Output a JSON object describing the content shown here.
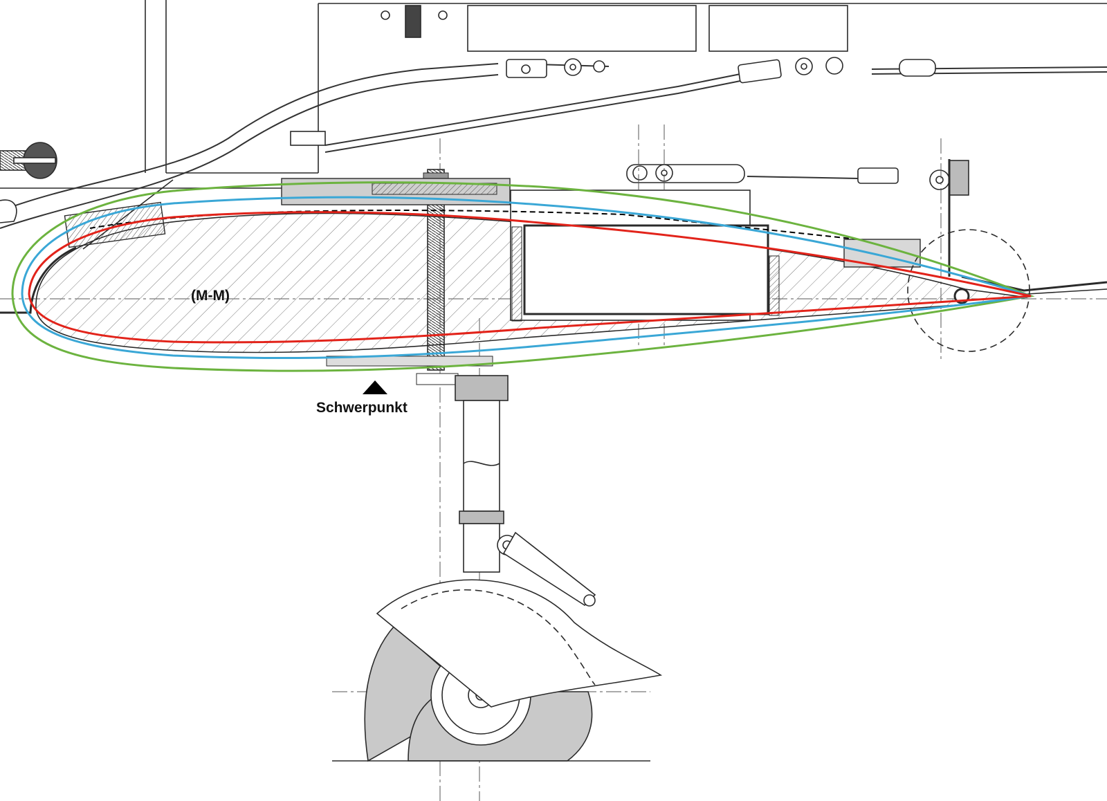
{
  "labels": {
    "section": "(M-M)",
    "center_of_gravity": "Schwerpunkt"
  },
  "colors": {
    "profile_green": "#6cb33f",
    "profile_blue": "#3aa7d6",
    "profile_red": "#e2231a",
    "ink": "#2a2a2a",
    "hatch": "#6a6a6a",
    "wheel_fill": "#c9c9c9"
  },
  "icons": {
    "center_of_gravity_marker": "black-triangle"
  }
}
